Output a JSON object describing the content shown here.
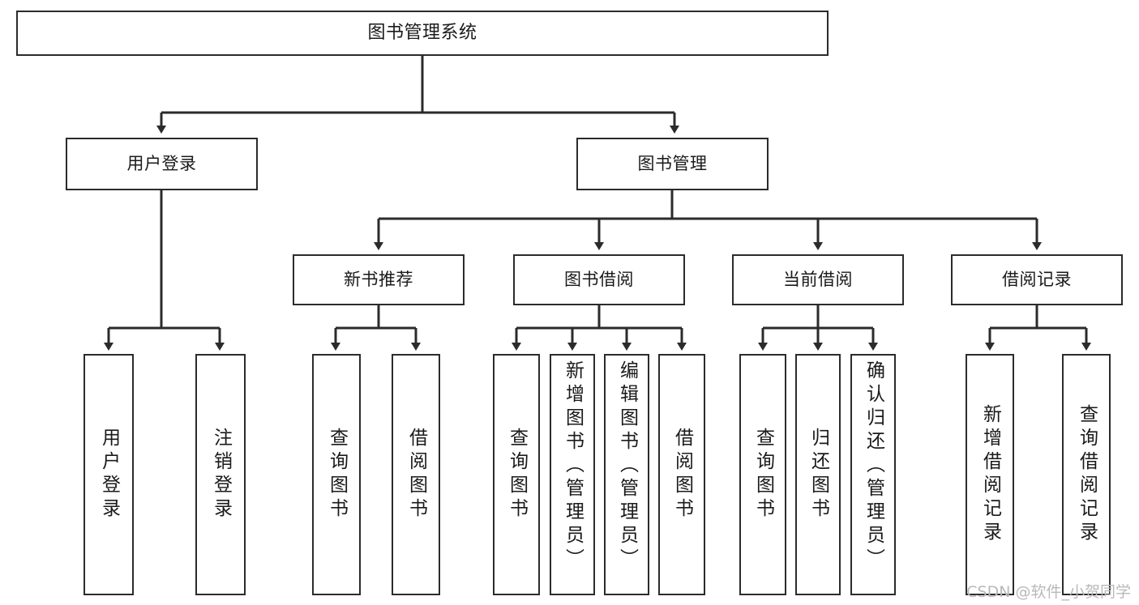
{
  "diagram": {
    "title": "图书管理系统",
    "type": "hierarchy-tree",
    "watermark": "CSDN @软件_小贺同学",
    "colors": {
      "box_border": "#2b2b2b",
      "box_fill": "#ffffff",
      "edge": "#2b2b2b",
      "text": "#1a1a1a",
      "watermark": "#b9b9b9",
      "background": "#ffffff"
    },
    "nodes": {
      "root": {
        "label": "图书管理系统"
      },
      "level1": [
        {
          "label": "用户登录"
        },
        {
          "label": "图书管理"
        }
      ],
      "level2": [
        {
          "label": "新书推荐"
        },
        {
          "label": "图书借阅"
        },
        {
          "label": "当前借阅"
        },
        {
          "label": "借阅记录"
        }
      ],
      "leaves": {
        "user_login": [
          {
            "label": "用户登录"
          },
          {
            "label": "注销登录"
          }
        ],
        "new_book_recommend": [
          {
            "label": "查询图书"
          },
          {
            "label": "借阅图书"
          }
        ],
        "book_borrow": [
          {
            "label": "查询图书"
          },
          {
            "label": "新增图书（管理员）"
          },
          {
            "label": "编辑图书（管理员）"
          },
          {
            "label": "借阅图书"
          }
        ],
        "current_borrow": [
          {
            "label": "查询图书"
          },
          {
            "label": "归还图书"
          },
          {
            "label": "确认归还（管理员）"
          }
        ],
        "borrow_record": [
          {
            "label": "新增借阅记录"
          },
          {
            "label": "查询借阅记录"
          }
        ]
      }
    }
  }
}
